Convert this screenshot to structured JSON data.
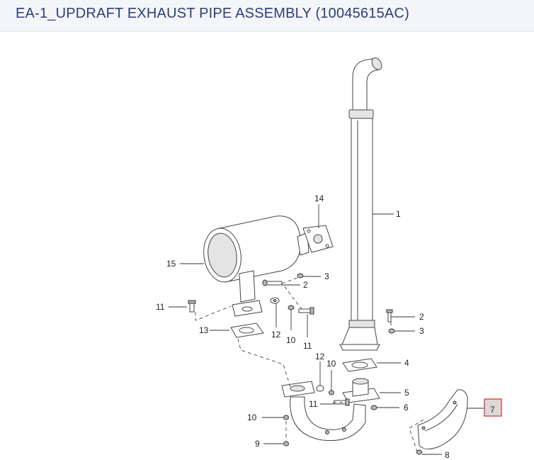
{
  "header": {
    "title": "EA-1_UPDRAFT EXHAUST PIPE ASSEMBLY (10045615AC)"
  },
  "callouts": {
    "c1": "1",
    "c2a": "2",
    "c2b": "2",
    "c3a": "3",
    "c3b": "3",
    "c4": "4",
    "c5": "5",
    "c6": "6",
    "c7": "7",
    "c8": "8",
    "c9": "9",
    "c10a": "10",
    "c10b": "10",
    "c10c": "10",
    "c11a": "11",
    "c11b": "11",
    "c11c": "11",
    "c12a": "12",
    "c12b": "12",
    "c13": "13",
    "c14": "14",
    "c15": "15"
  },
  "highlighted_callout": "7",
  "colors": {
    "title": "#2c3f78",
    "highlight_border": "#e05a5a",
    "header_bg": "#f4f5f8"
  }
}
